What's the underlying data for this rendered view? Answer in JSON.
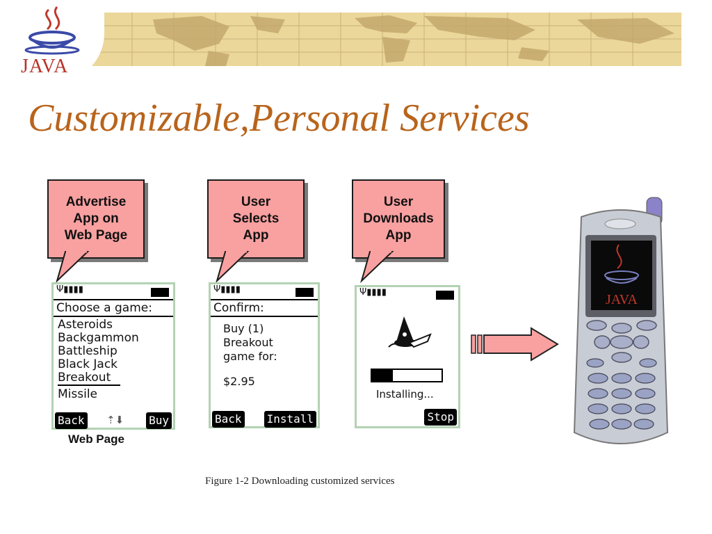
{
  "header": {
    "logo_text": "JAVA",
    "title": "Customizable,Personal Services"
  },
  "callouts": [
    {
      "text": "Advertise\nApp on\nWeb Page"
    },
    {
      "text": "User\nSelects\nApp"
    },
    {
      "text": "User\nDownloads\nApp"
    }
  ],
  "screens": {
    "choose": {
      "heading": "Choose a game:",
      "items": [
        "Asteroids",
        "Backgammon",
        "Battleship",
        "Black Jack",
        "Breakout",
        "Missile"
      ],
      "left_key": "Back",
      "right_key": "Buy",
      "label": "Web Page"
    },
    "confirm": {
      "heading": "Confirm:",
      "line1": "Buy (1)",
      "line2": "Breakout",
      "line3": "game for:",
      "price": "$2.95",
      "left_key": "Back",
      "right_key": "Install"
    },
    "install": {
      "status": "Installing...",
      "right_key": "Stop",
      "progress": 0.3
    }
  },
  "phone": {
    "screen_logo": "JAVA"
  },
  "caption": "Figure 1-2  Downloading customized services",
  "colors": {
    "callout_fill": "#f9a0a0",
    "title": "#b8641c",
    "banner": "#ecd79a",
    "screen_border": "#b3d2b3"
  }
}
